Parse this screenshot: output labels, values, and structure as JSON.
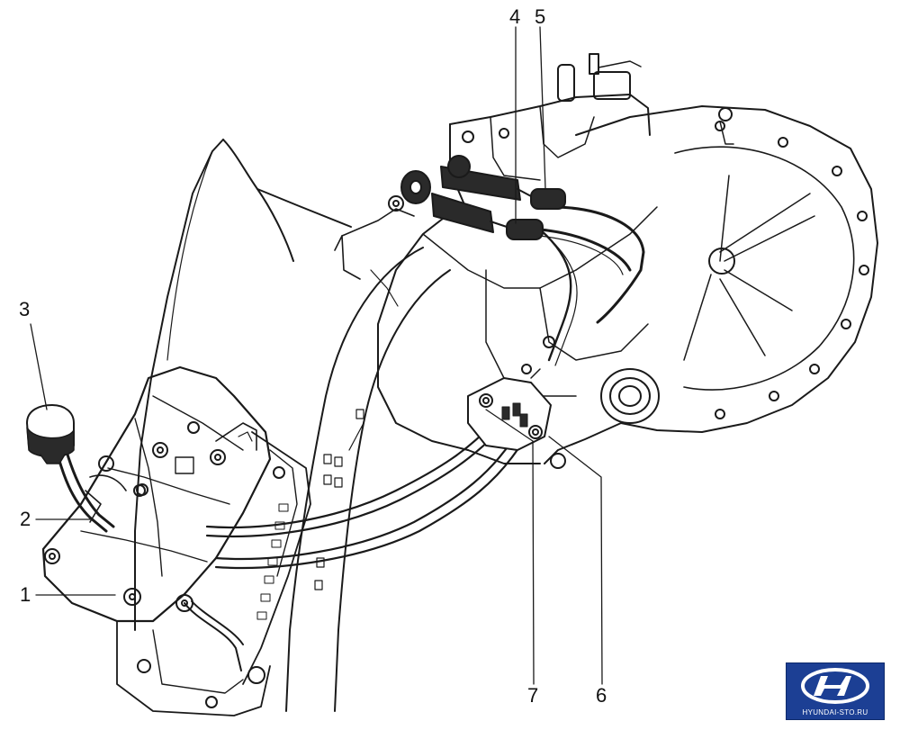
{
  "callouts": [
    {
      "id": "1",
      "label": "1"
    },
    {
      "id": "2",
      "label": "2"
    },
    {
      "id": "3",
      "label": "3"
    },
    {
      "id": "4",
      "label": "4"
    },
    {
      "id": "5",
      "label": "5"
    },
    {
      "id": "6",
      "label": "6"
    },
    {
      "id": "7",
      "label": "7"
    }
  ],
  "brand": {
    "text": "HYUNDAI-STO.RU",
    "logo_icon": "hyundai-logo-icon",
    "colors": {
      "background": "#1c3f94",
      "logo": "#ffffff"
    }
  },
  "colors": {
    "line": "#1a1a1a",
    "paper": "#ffffff",
    "shade": "#2a2a2a"
  }
}
